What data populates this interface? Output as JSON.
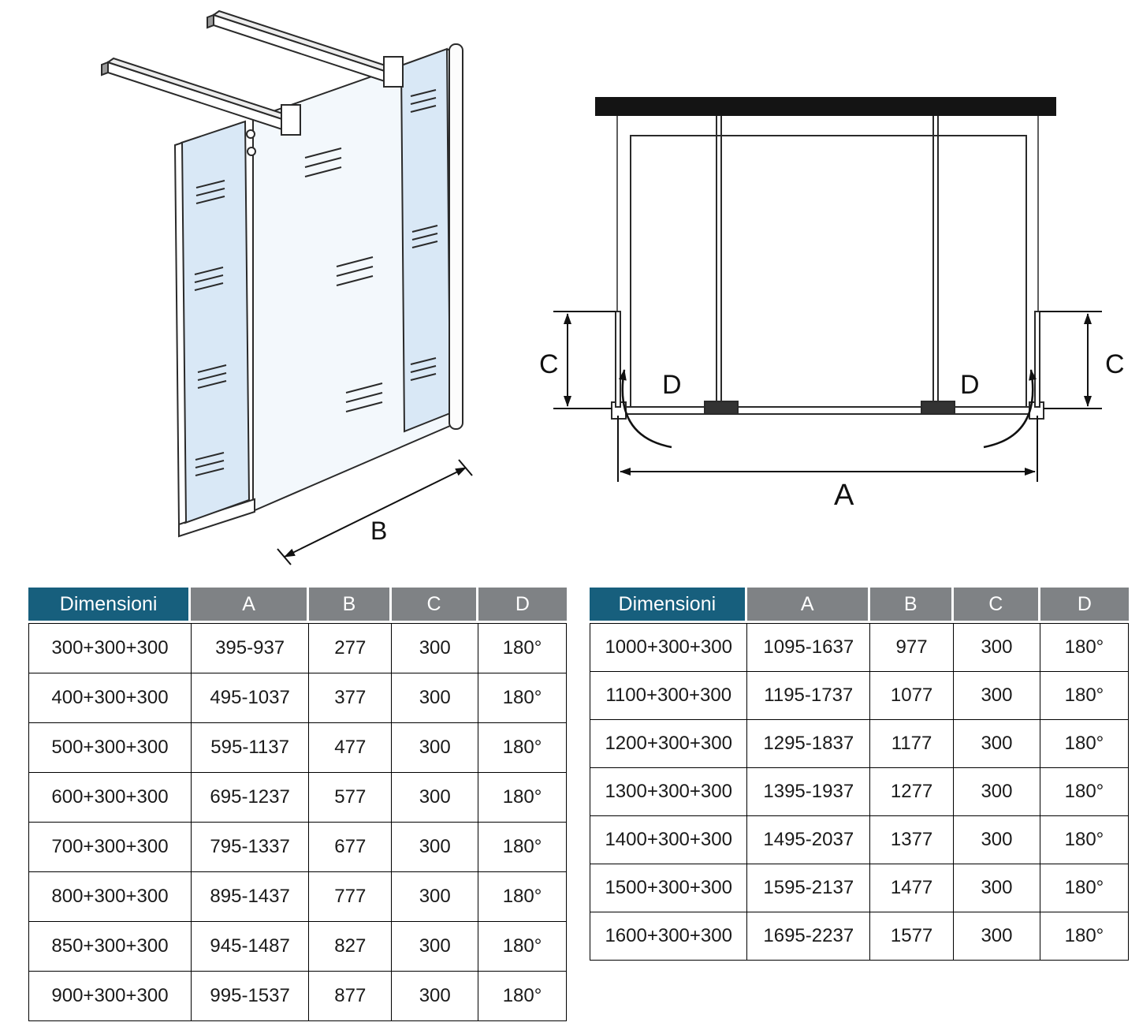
{
  "diagrams": {
    "iso": {
      "dim_b_label": "B"
    },
    "plan": {
      "dim_a_label": "A",
      "dim_c_left_label": "C",
      "dim_c_right_label": "C",
      "dim_d_left_label": "D",
      "dim_d_right_label": "D"
    }
  },
  "tables": {
    "left": {
      "headers": [
        "Dimensioni",
        "A",
        "B",
        "C",
        "D"
      ],
      "rows": [
        [
          "300+300+300",
          "395-937",
          "277",
          "300",
          "180°"
        ],
        [
          "400+300+300",
          "495-1037",
          "377",
          "300",
          "180°"
        ],
        [
          "500+300+300",
          "595-1137",
          "477",
          "300",
          "180°"
        ],
        [
          "600+300+300",
          "695-1237",
          "577",
          "300",
          "180°"
        ],
        [
          "700+300+300",
          "795-1337",
          "677",
          "300",
          "180°"
        ],
        [
          "800+300+300",
          "895-1437",
          "777",
          "300",
          "180°"
        ],
        [
          "850+300+300",
          "945-1487",
          "827",
          "300",
          "180°"
        ],
        [
          "900+300+300",
          "995-1537",
          "877",
          "300",
          "180°"
        ]
      ]
    },
    "right": {
      "headers": [
        "Dimensioni",
        "A",
        "B",
        "C",
        "D"
      ],
      "rows": [
        [
          "1000+300+300",
          "1095-1637",
          "977",
          "300",
          "180°"
        ],
        [
          "1100+300+300",
          "1195-1737",
          "1077",
          "300",
          "180°"
        ],
        [
          "1200+300+300",
          "1295-1837",
          "1177",
          "300",
          "180°"
        ],
        [
          "1300+300+300",
          "1395-1937",
          "1277",
          "300",
          "180°"
        ],
        [
          "1400+300+300",
          "1495-2037",
          "1377",
          "300",
          "180°"
        ],
        [
          "1500+300+300",
          "1595-2137",
          "1477",
          "300",
          "180°"
        ],
        [
          "1600+300+300",
          "1695-2237",
          "1577",
          "300",
          "180°"
        ]
      ]
    }
  },
  "colors": {
    "header_dimensioni_bg": "#175f7d",
    "header_abcd_bg": "#7f8285",
    "glass_fill": "#d9e8f6",
    "line": "#1a1a1a",
    "wall_fill": "#141414"
  }
}
